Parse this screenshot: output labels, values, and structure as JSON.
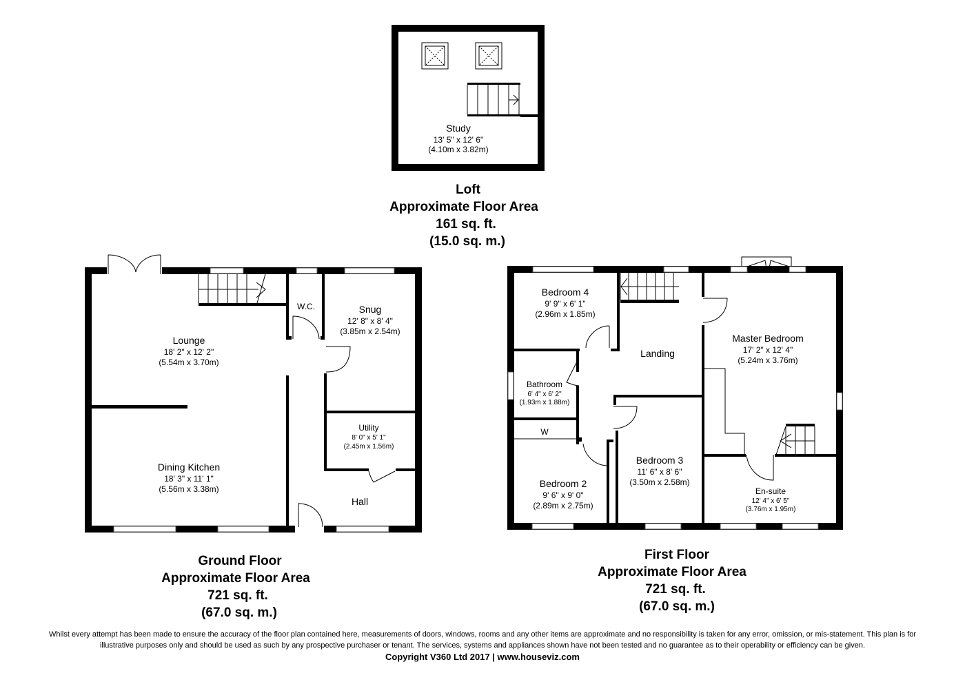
{
  "loft": {
    "rooms": [
      {
        "name": "Study",
        "imperial": "13' 5\" x 12' 6\"",
        "metric": "(4.10m x 3.82m)"
      }
    ],
    "title": "Loft",
    "area_label": "Approximate Floor Area",
    "sqft": "161 sq. ft.",
    "sqm": "(15.0 sq. m.)"
  },
  "ground": {
    "rooms": [
      {
        "name": "Lounge",
        "imperial": "18' 2\" x 12' 2\"",
        "metric": "(5.54m x 3.70m)"
      },
      {
        "name": "Dining Kitchen",
        "imperial": "18' 3\" x 11' 1\"",
        "metric": "(5.56m x 3.38m)"
      },
      {
        "name": "W.C."
      },
      {
        "name": "Snug",
        "imperial": "12' 8\" x 8' 4\"",
        "metric": "(3.85m x 2.54m)"
      },
      {
        "name": "Utility",
        "imperial": "8' 0\" x 5' 1\"",
        "metric": "(2.45m x 1.56m)"
      },
      {
        "name": "Hall"
      }
    ],
    "title": "Ground Floor",
    "area_label": "Approximate Floor Area",
    "sqft": "721 sq. ft.",
    "sqm": "(67.0 sq. m.)"
  },
  "first": {
    "rooms": [
      {
        "name": "Bedroom 4",
        "imperial": "9' 9\" x 6' 1\"",
        "metric": "(2.96m x 1.85m)"
      },
      {
        "name": "Landing"
      },
      {
        "name": "Master Bedroom",
        "imperial": "17' 2\" x 12' 4\"",
        "metric": "(5.24m x 3.76m)"
      },
      {
        "name": "Bathroom",
        "imperial": "6' 4\" x 6' 2\"",
        "metric": "(1.93m x 1.88m)"
      },
      {
        "name": "W"
      },
      {
        "name": "Bedroom 3",
        "imperial": "11' 6\" x 8' 6\"",
        "metric": "(3.50m x 2.58m)"
      },
      {
        "name": "Bedroom 2",
        "imperial": "9' 6\" x 9' 0\"",
        "metric": "(2.89m x 2.75m)"
      },
      {
        "name": "En-suite",
        "imperial": "12' 4\" x 6' 5\"",
        "metric": "(3.76m x 1.95m)"
      }
    ],
    "title": "First Floor",
    "area_label": "Approximate Floor Area",
    "sqft": "721 sq. ft.",
    "sqm": "(67.0 sq. m.)"
  },
  "disclaimer": [
    "Whilst every attempt has been made to ensure the accuracy of the floor plan contained here, measurements of doors, windows, rooms and any other items are approximate and no responsibility is taken for any error, omission, or mis-statement. This plan is for",
    "illustrative purposes only and should be used as such by any prospective purchaser or tenant. The services, systems and appliances shown have not been tested and no guarantee as to their operability or efficiency can be given."
  ],
  "copyright": "Copyright V360 Ltd 2017 | www.houseviz.com"
}
